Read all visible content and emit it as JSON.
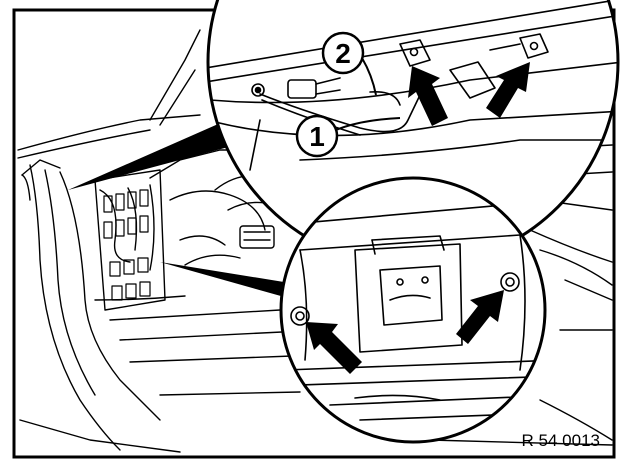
{
  "figure": {
    "reference_code": "R 54 0013",
    "callouts": [
      {
        "label": "1",
        "target": "cable"
      },
      {
        "label": "2",
        "target": "connector"
      }
    ],
    "colors": {
      "ink": "#000000",
      "paper": "#ffffff",
      "arrow": "#000000"
    },
    "icons": [
      "callout-circle",
      "pointer-arrow",
      "mounting-nut"
    ]
  }
}
